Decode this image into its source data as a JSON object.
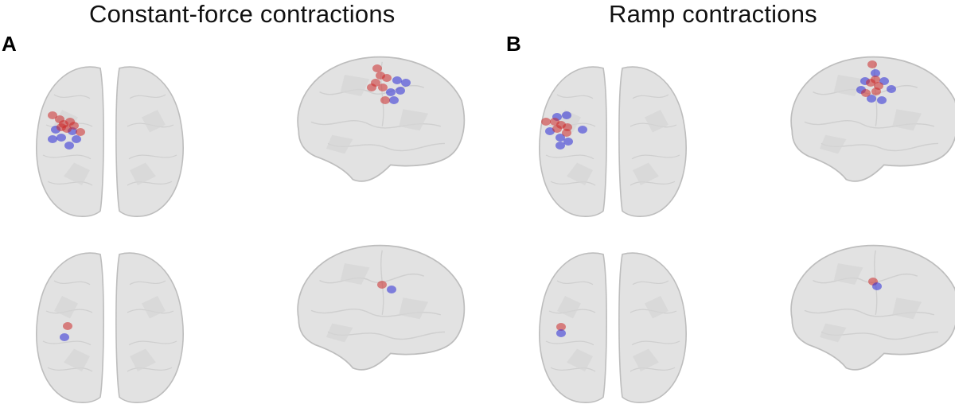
{
  "titles": {
    "left": "Constant-force contractions",
    "right": "Ramp contractions"
  },
  "panels": [
    {
      "label": "A",
      "condition": "Constant-force contractions"
    },
    {
      "label": "B",
      "condition": "Ramp contractions"
    }
  ],
  "colors": {
    "brain_fill": "#e2e2e2",
    "brain_stroke": "#bdbdbd",
    "red_marker": "#cc2a2a",
    "blue_marker": "#2a2ad6"
  }
}
